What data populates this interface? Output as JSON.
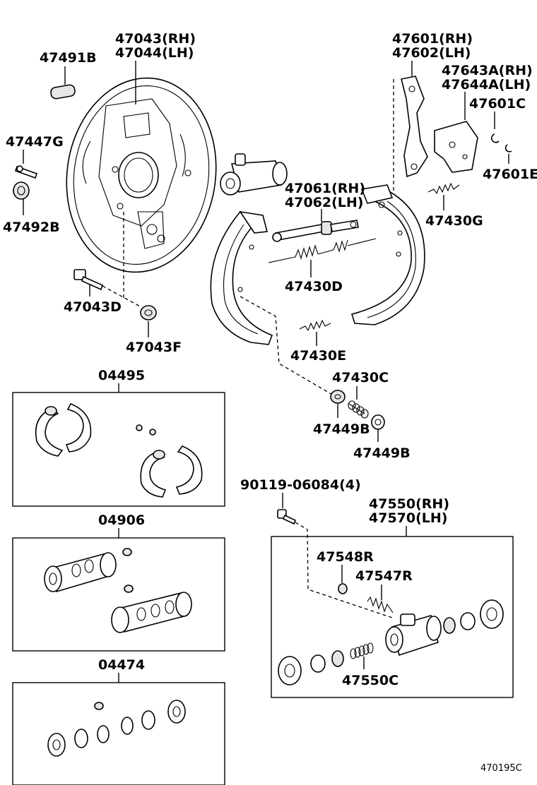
{
  "parts": {
    "backing_plate": [
      "47043(RH)",
      "47044(LH)"
    ],
    "plug": "47491B",
    "bleeder_cap": "47447G",
    "grommet": "47492B",
    "bolt": "47043D",
    "nut": "47043F",
    "lever": [
      "47601(RH)",
      "47602(LH)"
    ],
    "lever_plate": [
      "47643A(RH)",
      "47644A(LH)"
    ],
    "c_washer_a": "47601C",
    "c_washer_b": "47601E",
    "adjuster": [
      "47061(RH)",
      "47062(LH)"
    ],
    "spring_g": "47430G",
    "spring_d": "47430D",
    "spring_e": "47430E",
    "spring_c": "47430C",
    "retainer_1": "47449B",
    "retainer_2": "47449B",
    "bolt_set": "90119-06084(4)",
    "wheel_cylinder": [
      "47550(RH)",
      "47570(LH)"
    ],
    "bleeder_plug": "47548R",
    "bleeder": "47547R",
    "cylinder_spring": "47550C"
  },
  "kits": {
    "shoe_kit": "04495",
    "cylinder_kit": "04906",
    "cup_kit": "04474"
  },
  "figure_ref": "470195C"
}
